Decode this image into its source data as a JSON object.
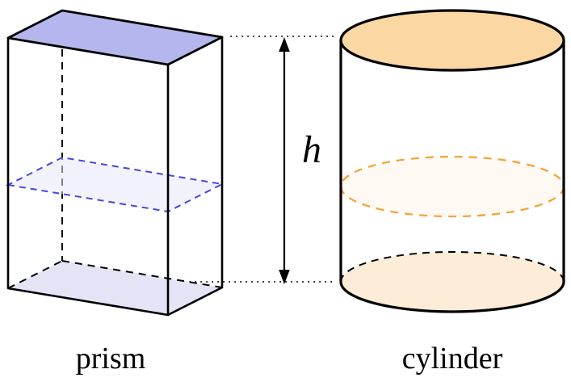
{
  "figure": {
    "prism_label": "prism",
    "cylinder_label": "cylinder",
    "height_label": "h"
  },
  "colors": {
    "outline": "#000000",
    "prism_top_fill": "#b6b6ee",
    "prism_bottom_fill": "#e4e4f6",
    "prism_section_fill": "#e8e8fa",
    "prism_section_stroke": "#4646df",
    "cylinder_top_fill": "#fbd7a4",
    "cylinder_bottom_fill": "#fdecd7",
    "cylinder_section_fill": "#fef4e8",
    "cylinder_section_stroke": "#f3a43c"
  }
}
